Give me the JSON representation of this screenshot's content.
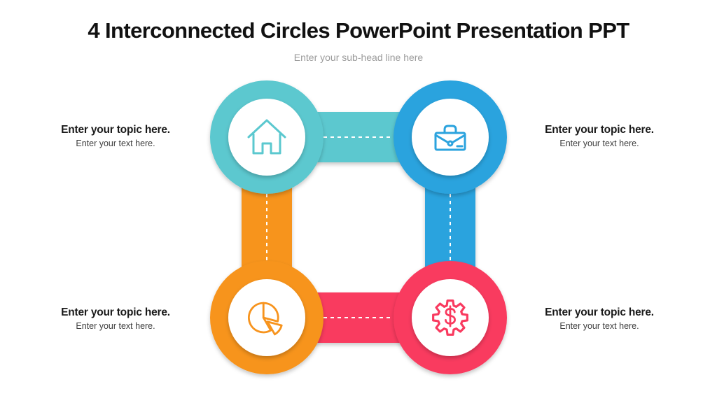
{
  "header": {
    "title": "4 Interconnected Circles PowerPoint Presentation PPT",
    "subtitle": "Enter your sub-head line here"
  },
  "topics": [
    {
      "position": "top-left",
      "title": "Enter your topic here.",
      "text": "Enter your text here."
    },
    {
      "position": "top-right",
      "title": "Enter your topic here.",
      "text": "Enter your text here."
    },
    {
      "position": "bottom-left",
      "title": "Enter your topic here.",
      "text": "Enter your text here."
    },
    {
      "position": "bottom-right",
      "title": "Enter your topic here.",
      "text": "Enter your text here."
    }
  ],
  "nodes": [
    {
      "position": "top-left",
      "icon": "home-icon",
      "color": "teal"
    },
    {
      "position": "top-right",
      "icon": "briefcase-icon",
      "color": "blue"
    },
    {
      "position": "bottom-left",
      "icon": "pie-chart-icon",
      "color": "orange"
    },
    {
      "position": "bottom-right",
      "icon": "gear-dollar-icon",
      "color": "pink"
    }
  ],
  "connectors": [
    {
      "position": "top",
      "color": "teal",
      "style": "white-dashed-centerline"
    },
    {
      "position": "right",
      "color": "blue",
      "style": "white-dashed-centerline"
    },
    {
      "position": "bottom",
      "color": "pink",
      "style": "white-dashed-centerline"
    },
    {
      "position": "left",
      "color": "orange",
      "style": "white-dashed-centerline"
    }
  ],
  "colors": {
    "background": "#FFFFFF",
    "teal": "#5BC8CF",
    "blue": "#2BA3DE",
    "orange": "#F7941E",
    "pink": "#F93A5F",
    "node_face": "#FFFFFF",
    "connector_dash": "#FFFFFF",
    "title_text": "#111111",
    "subtitle_text": "#9B9B9B",
    "topic_title_text": "#1A1A1A",
    "topic_body_text": "#3D3D3D"
  }
}
